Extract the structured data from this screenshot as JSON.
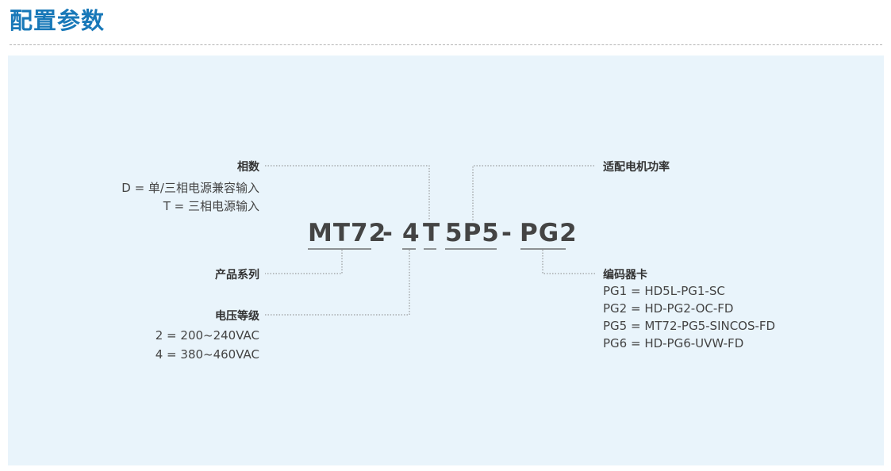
{
  "page_title": "配置参数",
  "model": {
    "series": "MT72",
    "sep1": "-",
    "voltage": "4",
    "phase": "T",
    "power": "5P5",
    "sep2": "-",
    "encoder": "PG2"
  },
  "phase_label": {
    "label": "相数",
    "options": [
      "D = 单/三相电源兼容输入",
      "T = 三相电源输入"
    ]
  },
  "power_label": {
    "label": "适配电机功率"
  },
  "series_label": {
    "label": "产品系列"
  },
  "voltage_label": {
    "label": "电压等级",
    "options": [
      "2 = 200~240VAC",
      "4 = 380~460VAC"
    ]
  },
  "encoder_label": {
    "label": "编码器卡",
    "options": [
      "PG1 = HD5L-PG1-SC",
      "PG2 = HD-PG2-OC-FD",
      "PG5 = MT72-PG5-SINCOS-FD",
      "PG6 = HD-PG6-UVW-FD"
    ]
  },
  "colors": {
    "title": "#1878b8",
    "panel": "#e9f4fb",
    "leader": "#888888"
  }
}
